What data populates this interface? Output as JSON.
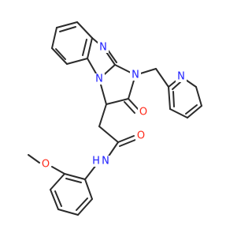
{
  "structure": {
    "colors": {
      "bond": "#2b2b2b",
      "nitrogen": "#1c1cff",
      "oxygen": "#ff2a1a",
      "background": "#ffffff"
    },
    "atom_labels": {
      "n_imine": "N",
      "n_ring": "N",
      "n_amide_ring": "N",
      "n_pyridine": "N",
      "o_carbonyl_ring": "O",
      "o_carbonyl_amide": "O",
      "amide_nh_n": "N",
      "amide_nh_h": "H",
      "o_methoxy": "O"
    }
  }
}
